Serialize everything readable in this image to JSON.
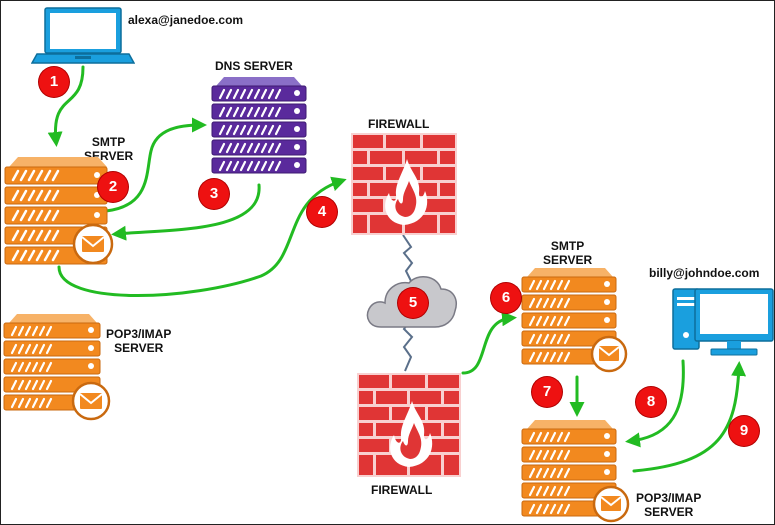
{
  "labels": {
    "sender_email": "alexa@janedoe.com",
    "receiver_email": "billy@johndoe.com",
    "dns_server": "DNS SERVER",
    "smtp_server_line1": "SMTP",
    "smtp_server_line2": "SERVER",
    "pop3_server_line1": "POP3/IMAP",
    "pop3_server_line2": "SERVER",
    "firewall": "FIREWALL"
  },
  "steps": [
    "1",
    "2",
    "3",
    "4",
    "5",
    "6",
    "7",
    "8",
    "9"
  ],
  "colors": {
    "arrow": "#22bb22",
    "server_orange": "#f2891f",
    "dns_purple": "#5a2a9c",
    "firewall_red": "#e03535",
    "badge_red": "#ee1111",
    "cloud_gray": "#c8c8cc",
    "laptop_blue": "#1a9fde"
  },
  "icons": [
    "laptop-icon",
    "server-icon",
    "mail-icon",
    "firewall-icon",
    "cloud-icon",
    "desktop-computer-icon",
    "lightning-link-icon"
  ]
}
